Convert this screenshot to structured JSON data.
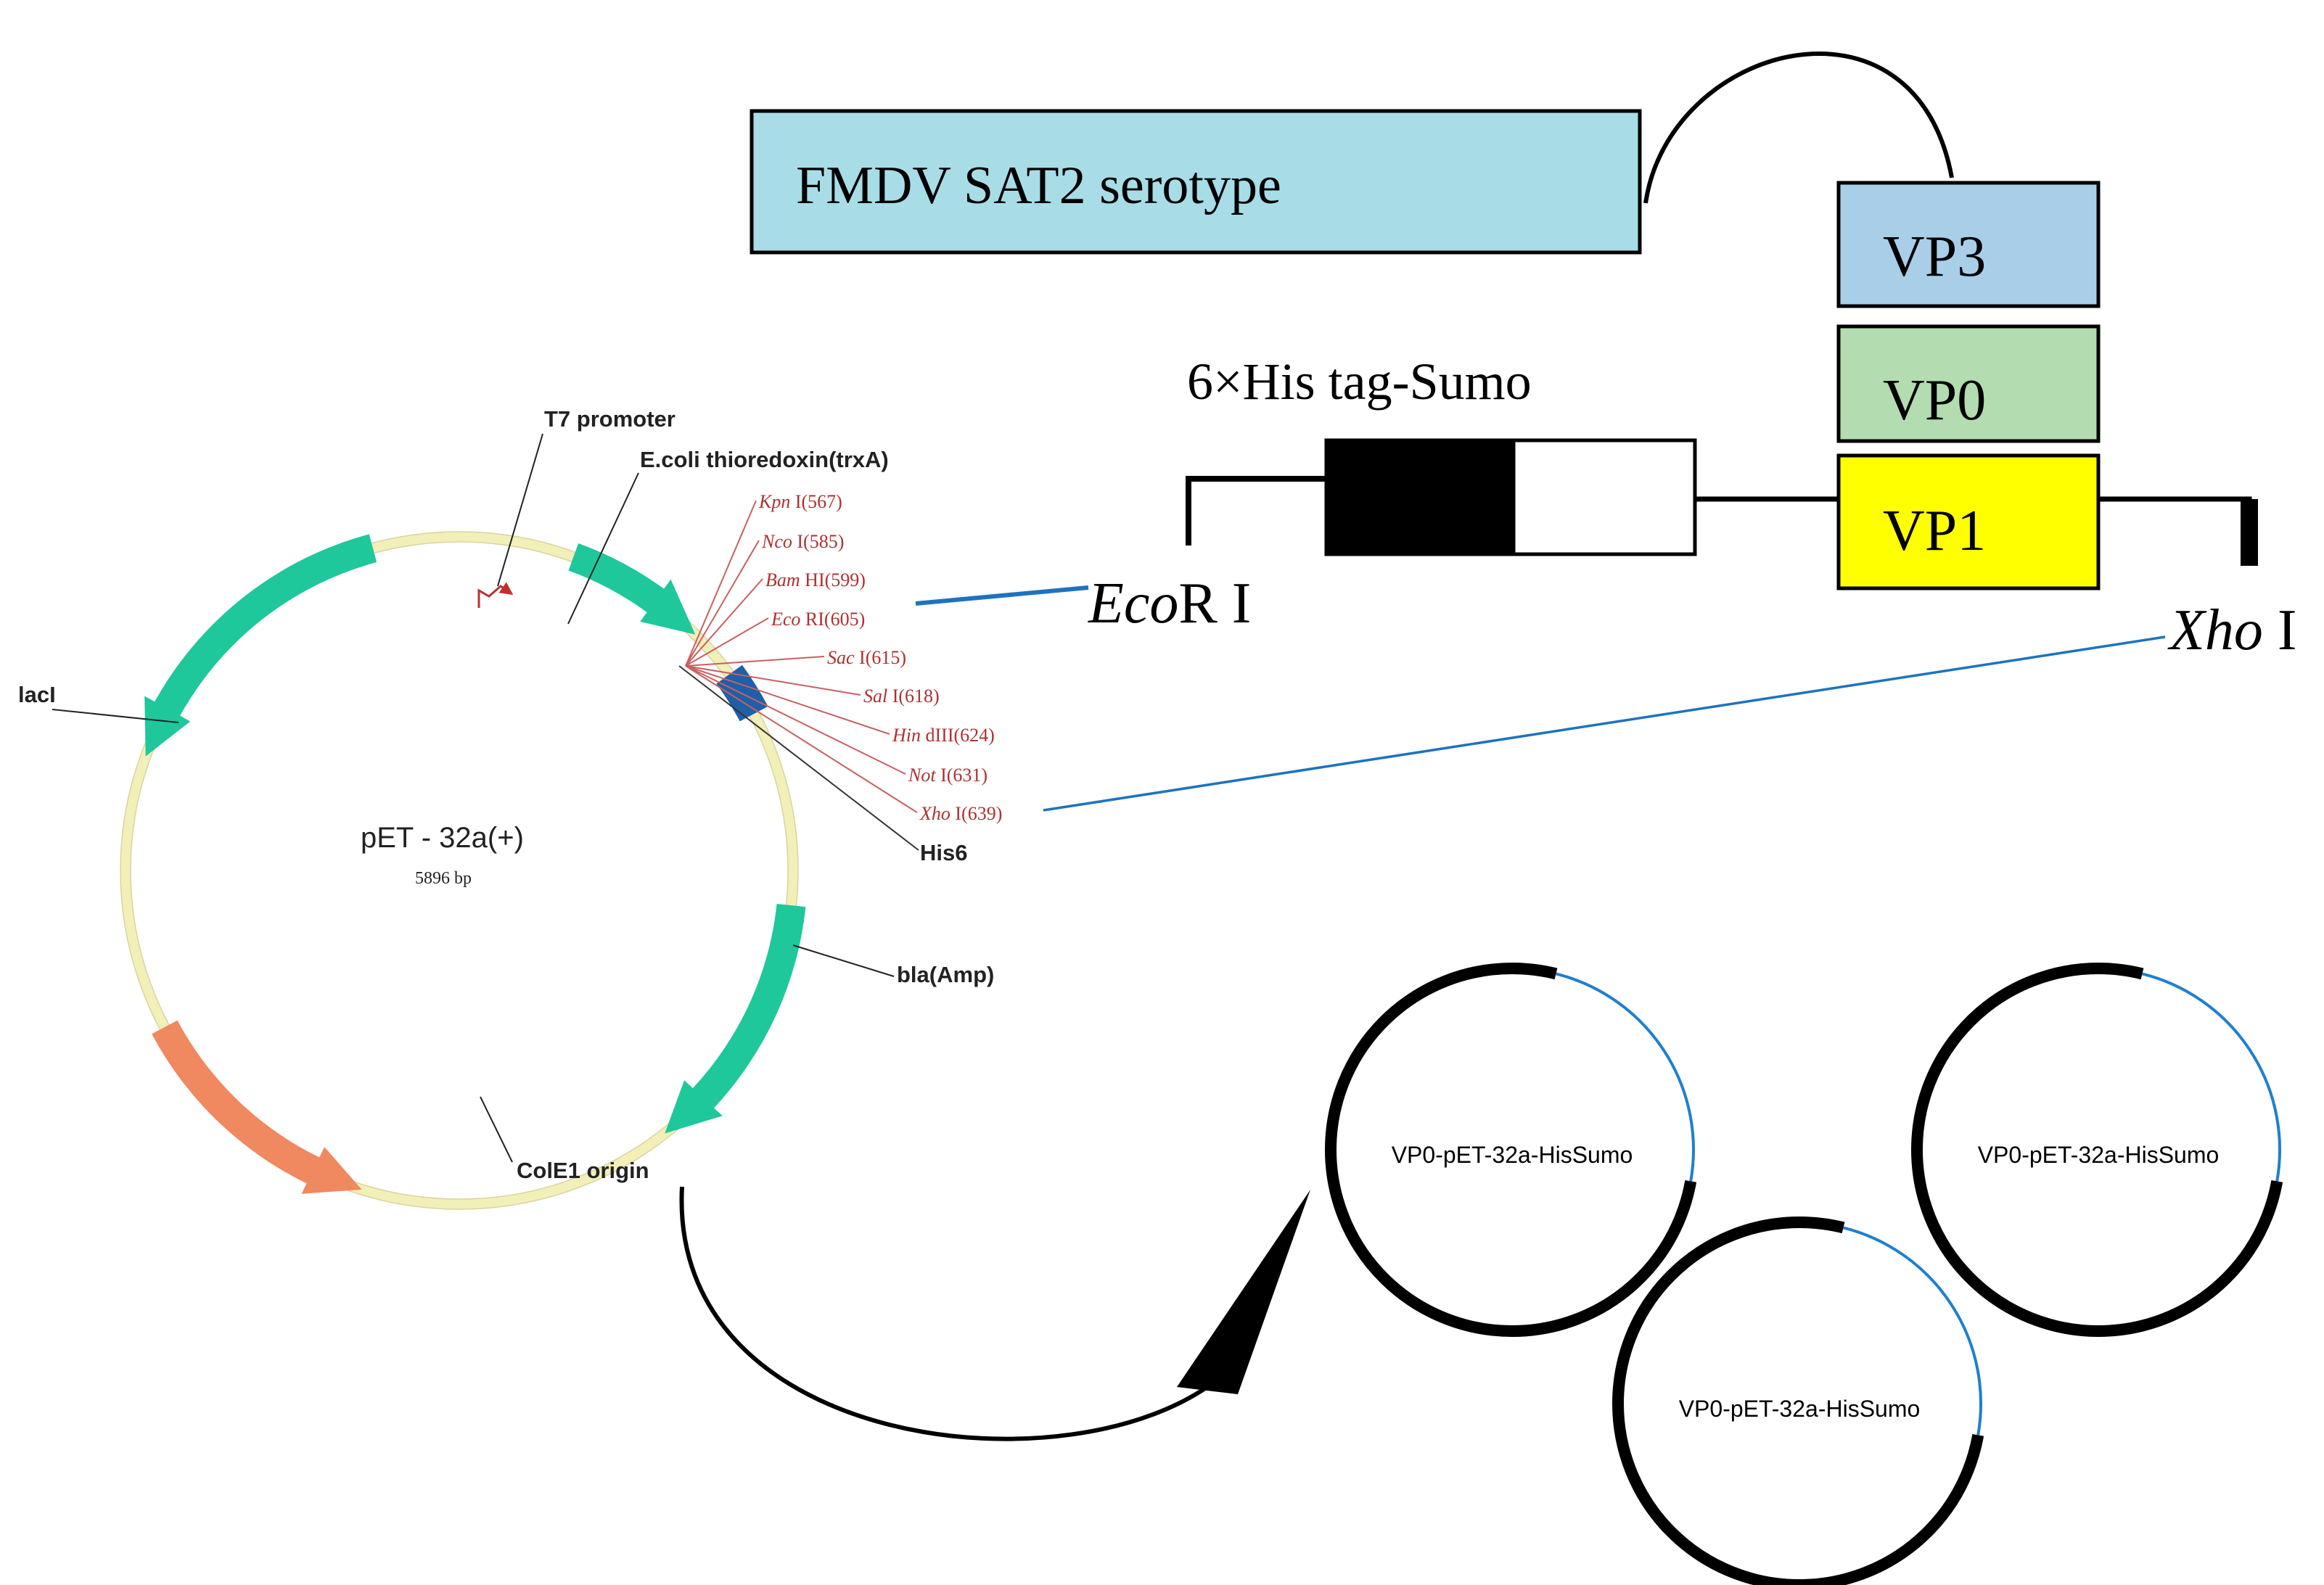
{
  "colors": {
    "serotype_box": "#a8dde8",
    "vp3": "#a9cfe8",
    "vp0": "#b3dcb0",
    "vp1": "#ffff00",
    "plasmid_feature": "#1ec89a",
    "origin": "#f08860",
    "backbone": "#f2efb8",
    "restriction_label": "#b03030",
    "connector_blue": "#1e73be",
    "cloned_insert": "#1e7fd0"
  },
  "serotype": {
    "label": "FMDV SAT2 serotype"
  },
  "capsid": {
    "vp3": "VP3",
    "vp0": "VP0",
    "vp1": "VP1"
  },
  "construct": {
    "tag_label": "6×His tag-Sumo",
    "site_left": {
      "italic": "Eco",
      "regular": "R I"
    },
    "site_right": {
      "italic": "Xho",
      "regular": " I"
    }
  },
  "vector": {
    "name": "pET - 32a(+)",
    "size": "5896 bp",
    "features": {
      "t7": "T7 promoter",
      "trxa": "E.coli thioredoxin(trxA)",
      "laci": "lacI",
      "his6": "His6",
      "bla": "bla(Amp)",
      "cole1": "ColE1 origin"
    },
    "sites": [
      {
        "name": "Kpn",
        "suffix": " I",
        "pos": "(567)"
      },
      {
        "name": "Nco",
        "suffix": " I",
        "pos": "(585)"
      },
      {
        "name": "Bam",
        "suffix": " HI",
        "pos": "(599)"
      },
      {
        "name": "Eco",
        "suffix": " RI",
        "pos": "(605)"
      },
      {
        "name": "Sac",
        "suffix": " I",
        "pos": "(615)"
      },
      {
        "name": "Sal",
        "suffix": " I",
        "pos": "(618)"
      },
      {
        "name": "Hin",
        "suffix": " dIII",
        "pos": "(624)"
      },
      {
        "name": "Not",
        "suffix": " I",
        "pos": "(631)"
      },
      {
        "name": "Xho",
        "suffix": " I",
        "pos": "(639)"
      }
    ]
  },
  "recombinants": [
    {
      "label": "VP0-pET-32a-HisSumo"
    },
    {
      "label": "VP0-pET-32a-HisSumo"
    },
    {
      "label": "VP0-pET-32a-HisSumo"
    }
  ]
}
